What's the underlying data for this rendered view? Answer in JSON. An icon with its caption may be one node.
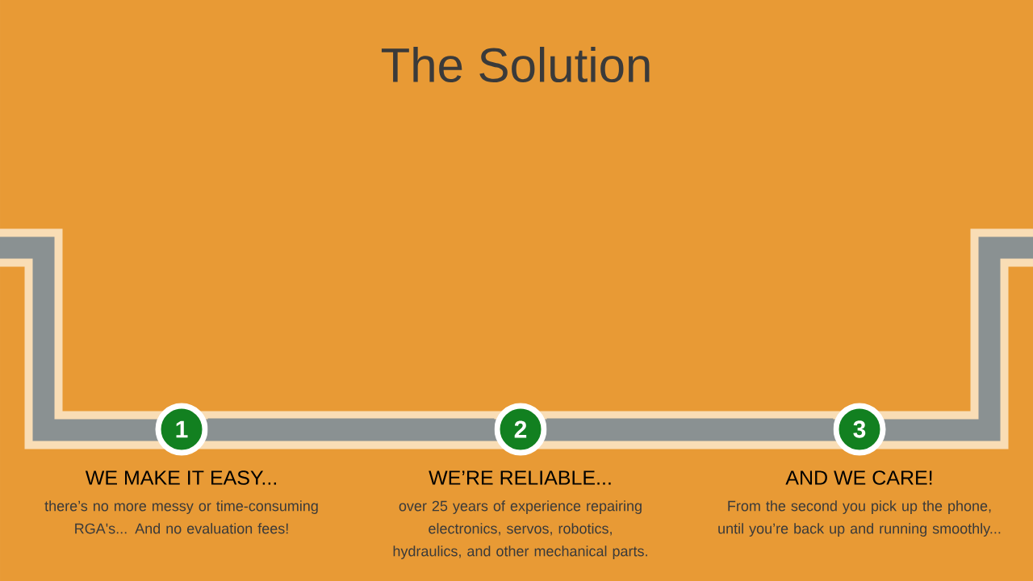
{
  "diagram": {
    "title": "The Solution",
    "nodes": [
      {
        "text": [
          "1"
        ],
        "beside": [
          "WE MAKE IT EASY...",
          "there’s no more messy or time-consuming RGA's... And no evaluation fees!"
        ]
      },
      {
        "text": [
          "2"
        ],
        "beside": [
          "WE’RE RELIABLE...",
          "over 25 years of experience repairing electronics, servos, robotics, hydraulics, and other mechanical parts."
        ]
      },
      {
        "text": [
          "3"
        ],
        "beside": [
          "AND WE CARE!",
          "From the second you pick up the phone, until you’re back up and running smoothly..."
        ]
      }
    ],
    "edges": [
      {
        "from": 0,
        "to": 1,
        "arrow": "none"
      },
      {
        "from": 1,
        "to": 2,
        "arrow": "none"
      }
    ]
  }
}
